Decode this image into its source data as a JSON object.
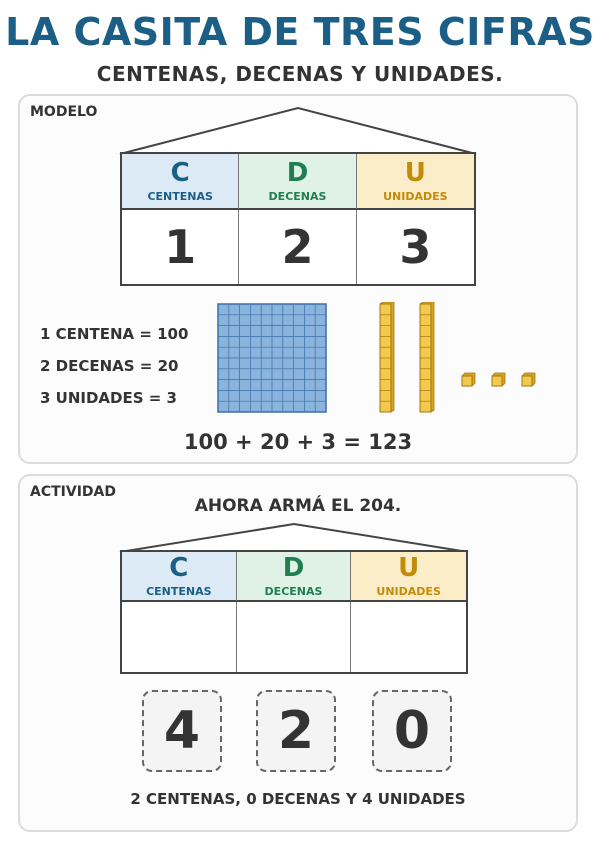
{
  "title": "LA CASITA DE TRES CIFRAS",
  "subtitle": "CENTENAS, DECENAS Y UNIDADES.",
  "model": {
    "label": "MODELO",
    "columns": [
      {
        "letter": "C",
        "word": "CENTENAS",
        "value": "1"
      },
      {
        "letter": "D",
        "word": "DECENAS",
        "value": "2"
      },
      {
        "letter": "U",
        "word": "UNIDADES",
        "value": "3"
      }
    ],
    "equations": [
      "1 CENTENA = 100",
      "2 DECENAS = 20",
      "3 UNIDADES = 3"
    ],
    "sum": "100 + 20 + 3 = 123",
    "blocks": {
      "hundreds": 1,
      "tens": 2,
      "ones": 3
    }
  },
  "activity": {
    "label": "ACTIVIDAD",
    "prompt": "AHORA ARMÁ EL 204.",
    "columns": [
      {
        "letter": "C",
        "word": "CENTENAS",
        "value": ""
      },
      {
        "letter": "D",
        "word": "DECENAS",
        "value": ""
      },
      {
        "letter": "U",
        "word": "UNIDADES",
        "value": ""
      }
    ],
    "cards": [
      "4",
      "2",
      "0"
    ],
    "hint": "2 CENTENAS, 0 DECENAS Y 4 UNIDADES"
  },
  "colors": {
    "title": "#1c5f86",
    "centenas": "#1c5f86",
    "decenas": "#1f7f4f",
    "unidades": "#c48a08",
    "hundred_block": "#8ab4dd",
    "unit_block": "#f2c94c"
  }
}
